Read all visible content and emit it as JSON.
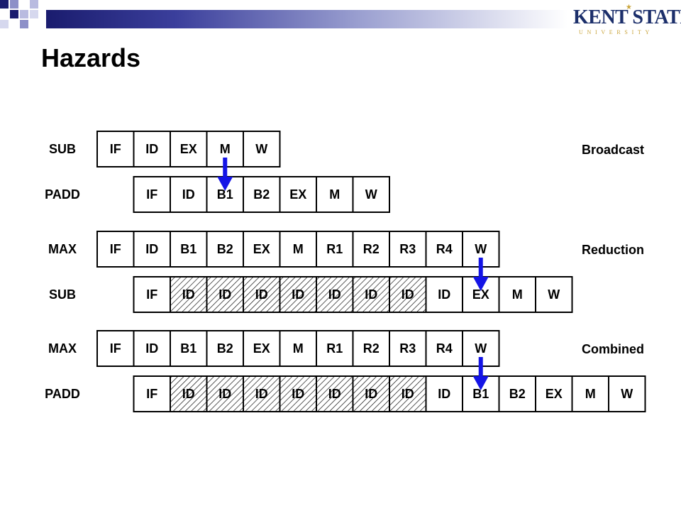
{
  "slide": {
    "title": "Hazards",
    "logo": {
      "main": "KENT STATE",
      "sub": "UNIVERSITY",
      "registered": "®"
    }
  },
  "colors": {
    "header_dark": "#1a1c6e",
    "header_mid": "#3b3f9c",
    "arrow": "#1414e6",
    "cell_border": "#000000",
    "hatch": "#000000"
  },
  "diagram": {
    "groups": [
      {
        "label": "Broadcast",
        "rows": [
          {
            "name": "SUB",
            "start": 0,
            "stages": [
              "IF",
              "ID",
              "EX",
              "M",
              "W"
            ],
            "stalls": []
          },
          {
            "name": "PADD",
            "start": 1,
            "stages": [
              "IF",
              "ID",
              "B1",
              "B2",
              "EX",
              "M",
              "W"
            ],
            "stalls": []
          }
        ],
        "arrow_col": 3
      },
      {
        "label": "Reduction",
        "rows": [
          {
            "name": "MAX",
            "start": 0,
            "stages": [
              "IF",
              "ID",
              "B1",
              "B2",
              "EX",
              "M",
              "R1",
              "R2",
              "R3",
              "R4",
              "W"
            ],
            "stalls": []
          },
          {
            "name": "SUB",
            "start": 1,
            "stages": [
              "IF",
              "ID",
              "ID",
              "ID",
              "ID",
              "ID",
              "ID",
              "ID",
              "ID",
              "EX",
              "M",
              "W"
            ],
            "stalls": [
              1,
              2,
              3,
              4,
              5,
              6,
              7
            ]
          }
        ],
        "arrow_col": 10
      },
      {
        "label": "Combined",
        "rows": [
          {
            "name": "MAX",
            "start": 0,
            "stages": [
              "IF",
              "ID",
              "B1",
              "B2",
              "EX",
              "M",
              "R1",
              "R2",
              "R3",
              "R4",
              "W"
            ],
            "stalls": []
          },
          {
            "name": "PADD",
            "start": 1,
            "stages": [
              "IF",
              "ID",
              "ID",
              "ID",
              "ID",
              "ID",
              "ID",
              "ID",
              "ID",
              "B1",
              "B2",
              "EX",
              "M",
              "W"
            ],
            "stalls": [
              1,
              2,
              3,
              4,
              5,
              6,
              7
            ]
          }
        ],
        "arrow_col": 10
      }
    ]
  }
}
